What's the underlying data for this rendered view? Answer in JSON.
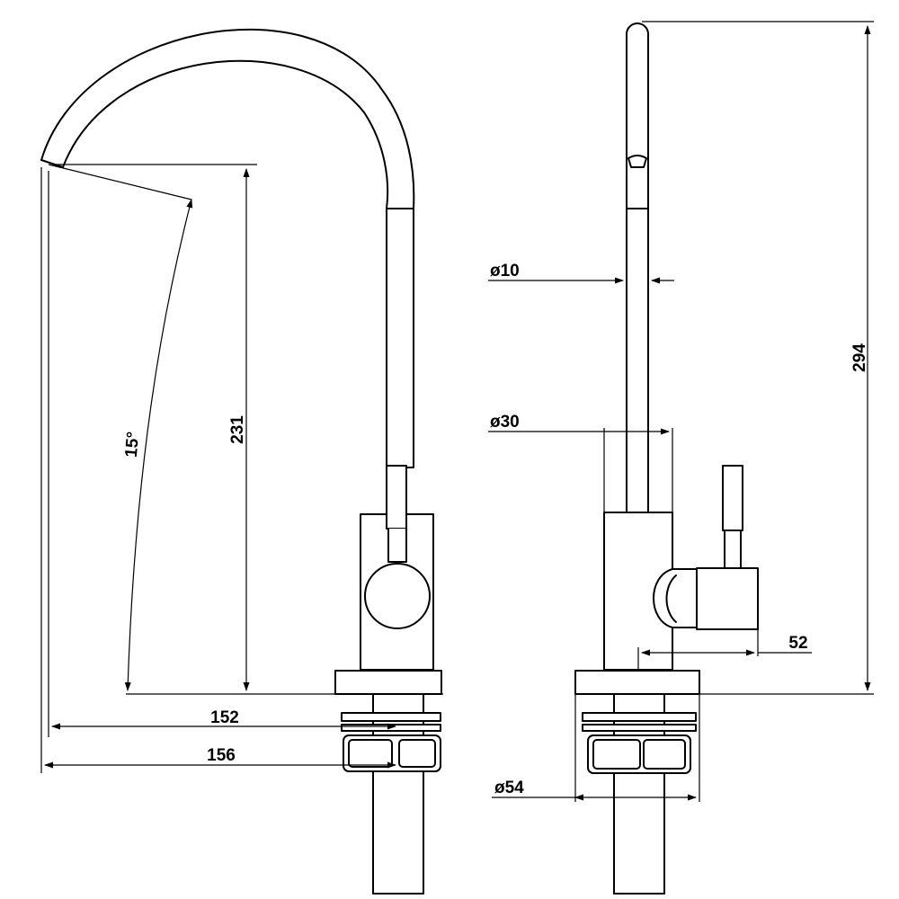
{
  "drawing": {
    "dimensions": {
      "spout_height": "231",
      "spout_angle": "15°",
      "reach_inner": "152",
      "reach_outer": "156",
      "total_height": "294",
      "spout_diameter": "ø10",
      "body_diameter": "ø30",
      "handle_projection": "52",
      "base_diameter": "ø54"
    }
  }
}
